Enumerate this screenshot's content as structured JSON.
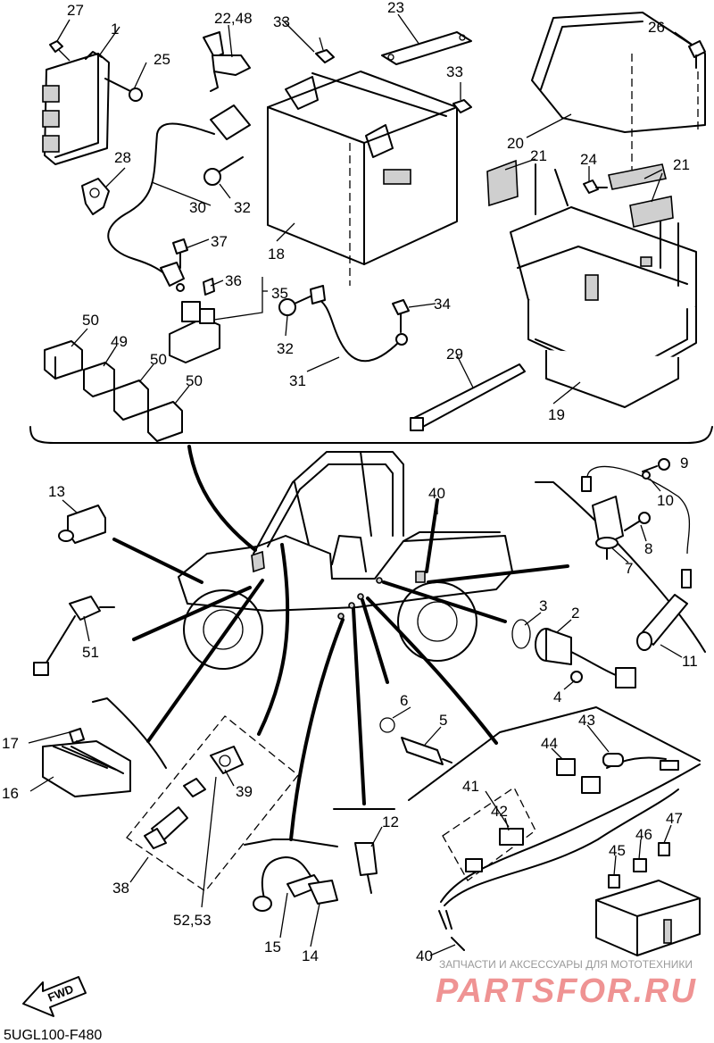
{
  "diagram": {
    "code": "5UGL100-F480",
    "fwd_label": "FWD",
    "watermark_line1": "ЗАПЧАСТИ И АКСЕССУАРЫ ДЛЯ МОТОТЕХНИКИ",
    "watermark_line2": "PARTSFOR.RU",
    "labels": {
      "p1": "1",
      "p2": "2",
      "p3": "3",
      "p4": "4",
      "p5": "5",
      "p6": "6",
      "p7": "7",
      "p8": "8",
      "p9": "9",
      "p10": "10",
      "p11": "11",
      "p12": "12",
      "p13": "13",
      "p14": "14",
      "p15": "15",
      "p16": "16",
      "p17": "17",
      "p18": "18",
      "p19": "19",
      "p20": "20",
      "p21a": "21",
      "p21b": "21",
      "p22": "22,48",
      "p23": "23",
      "p24": "24",
      "p25": "25",
      "p26": "26",
      "p27": "27",
      "p28": "28",
      "p29": "29",
      "p30": "30",
      "p31": "31",
      "p32a": "32",
      "p32b": "32",
      "p33a": "33",
      "p33b": "33",
      "p34": "34",
      "p35": "35",
      "p36": "36",
      "p37": "37",
      "p38": "38",
      "p39": "39",
      "p40a": "40",
      "p40b": "40",
      "p41": "41",
      "p42": "42",
      "p43": "43",
      "p44": "44",
      "p45": "45",
      "p46": "46",
      "p47": "47",
      "p49": "49",
      "p50a": "50",
      "p50b": "50",
      "p50c": "50",
      "p51": "51",
      "p52": "52,53"
    }
  }
}
